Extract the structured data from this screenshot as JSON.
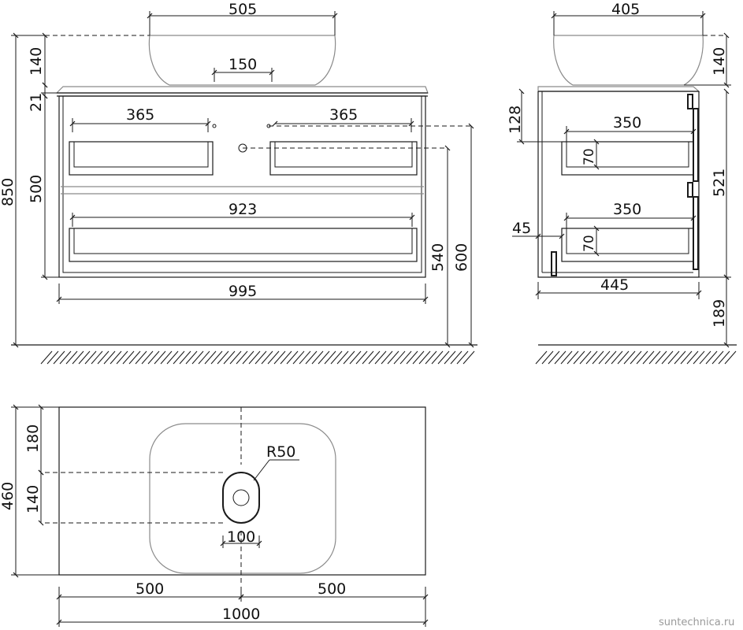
{
  "front_view": {
    "bowl_width": "505",
    "drain_width": "150",
    "bowl_height": "140",
    "top_thickness": "21",
    "total_height": "850",
    "body_height": "500",
    "drawer_left_width": "365",
    "drawer_right_width": "365",
    "drawer_bottom_width": "923",
    "body_width": "995",
    "height_540": "540",
    "height_600": "600"
  },
  "side_view": {
    "bowl_width": "405",
    "bowl_height": "140",
    "offset_128": "128",
    "drawer_top_width": "350",
    "drawer_top_height": "70",
    "drawer_bottom_width": "350",
    "drawer_bottom_height": "70",
    "leg_offset": "45",
    "body_depth": "445",
    "body_height": "521",
    "leg_height": "189"
  },
  "top_view": {
    "depth_180": "180",
    "depth_total": "460",
    "drain_span": "140",
    "radius_label": "R50",
    "drain_width": "100",
    "half_left": "500",
    "half_right": "500",
    "total_width": "1000"
  },
  "watermark": "suntechnica.ru",
  "colors": {
    "line": "#1a1a1a",
    "gray": "#8a8a8a"
  }
}
